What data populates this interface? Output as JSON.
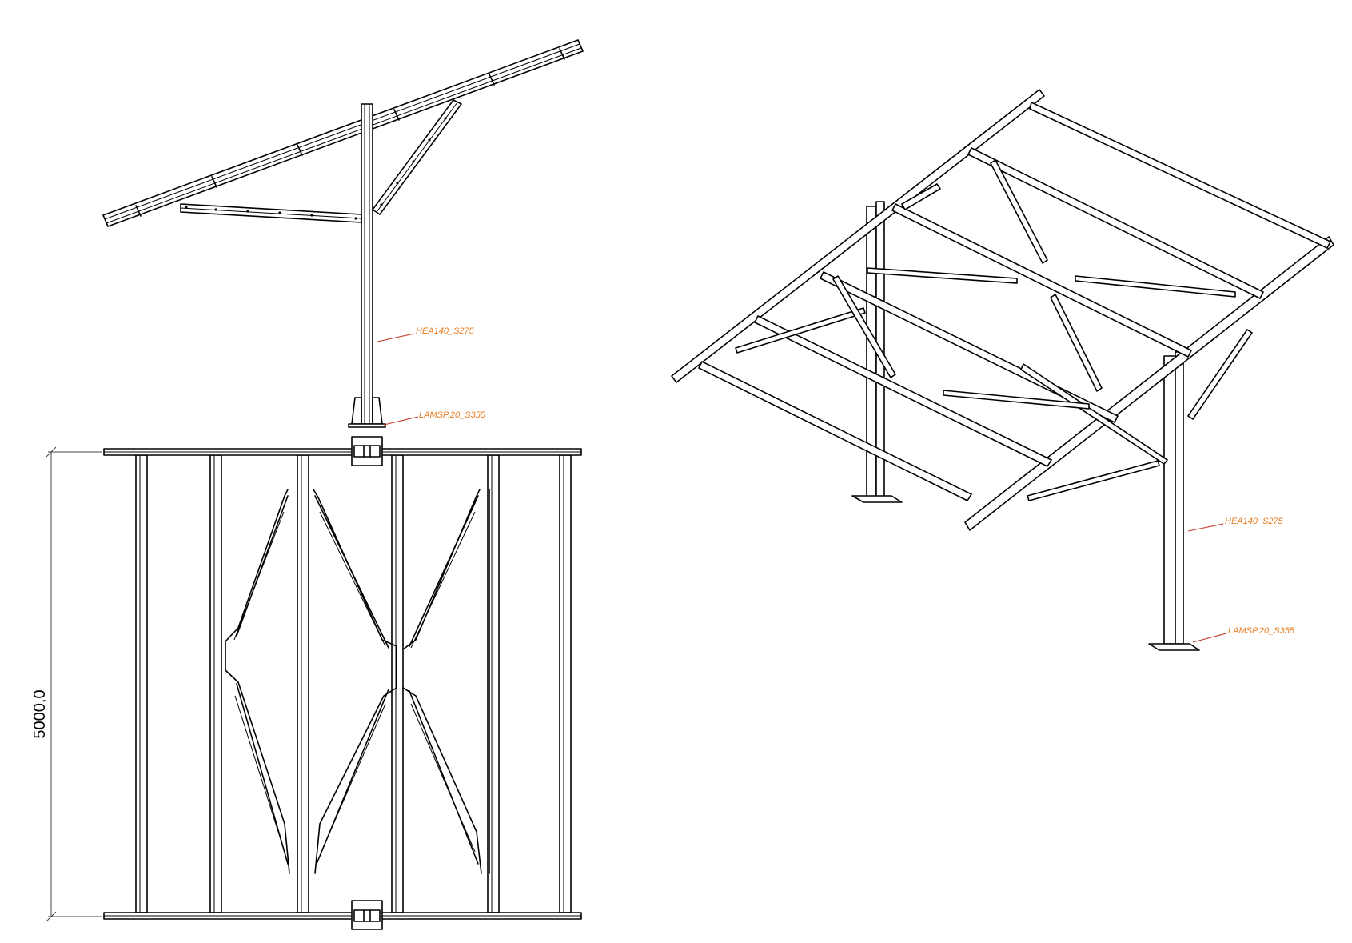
{
  "colors": {
    "line": "#000000",
    "label": "#e67e22",
    "leader": "#c0392b",
    "background": "#ffffff"
  },
  "side_view": {
    "post_label": "HEA140_S275",
    "base_label": "LAMSP.20_S355"
  },
  "plan_view": {
    "dimension": "5000,0"
  },
  "iso_view": {
    "post_label": "HEA140_S275",
    "base_label": "LAMSP.20_S355"
  }
}
